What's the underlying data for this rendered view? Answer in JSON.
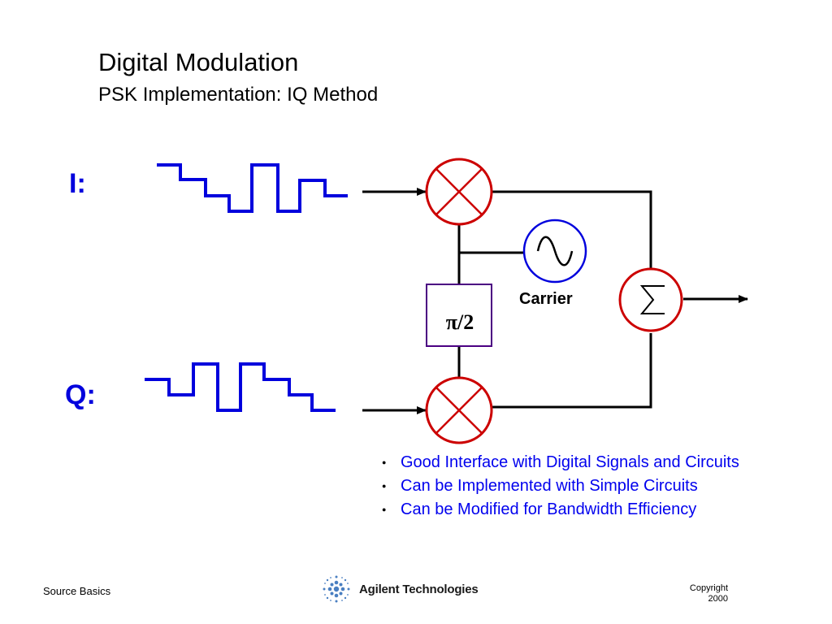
{
  "slide": {
    "title": "Digital Modulation",
    "subtitle": "PSK Implementation: IQ Method"
  },
  "diagram": {
    "i_label": "I:",
    "q_label": "Q:",
    "carrier_label": "Carrier",
    "phase_shift_label": "π/2",
    "colors": {
      "label_blue": "#0000dd",
      "waveform_blue": "#0000dd",
      "mixer_red": "#cc0000",
      "oscillator_blue": "#0000dd",
      "phase_box_border": "#4b0082",
      "wire": "#000000"
    },
    "icons": {
      "mixer": "multiplier-x-circle-icon",
      "oscillator": "sine-wave-icon",
      "summer": "sigma-summer-icon"
    }
  },
  "bullets": [
    "Good Interface with Digital Signals and Circuits",
    "Can be Implemented with Simple Circuits",
    "Can be Modified for Bandwidth Efficiency"
  ],
  "footer": {
    "left": "Source Basics",
    "logo_text": "Agilent Technologies",
    "copyright_line1": "Copyright",
    "copyright_line2": "2000"
  }
}
